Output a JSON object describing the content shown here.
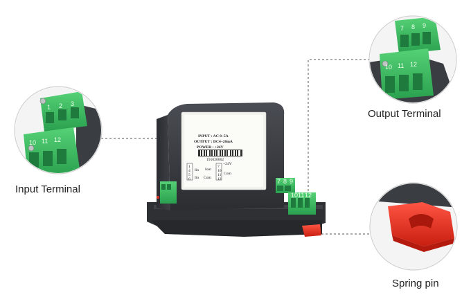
{
  "callouts": {
    "input": "Input Terminal",
    "output": "Output Terminal",
    "spring": "Spring pin"
  },
  "module_label": {
    "input": "INPUT : AC 0~5A",
    "output": "OUTPUT : DC4~20mA",
    "power": "POWER : +24V",
    "serial": "191020002",
    "pin_left": [
      "1",
      "4",
      "5",
      "6"
    ],
    "lin_top": "Iin",
    "lin_bottom": "Iin",
    "iout": "Iout",
    "pin_right": [
      "7",
      "10",
      "11",
      "12"
    ],
    "plus24": "+24V",
    "com": "Com",
    "com2": "Com"
  },
  "terminal_numbers": {
    "top_row": [
      "1",
      "2",
      "3"
    ],
    "bottom_row": [
      "10",
      "11",
      "12"
    ],
    "output_top": [
      "7",
      "8",
      "9"
    ],
    "output_bottom": [
      "10",
      "11",
      "12"
    ],
    "module_right_top": [
      "7",
      "8",
      "9"
    ],
    "module_right_bottom": [
      "10",
      "11",
      "12"
    ]
  },
  "colors": {
    "terminal_green": "#3cb860",
    "terminal_dark": "#1f7a3d",
    "housing": "#3a3d42",
    "spring_red": "#e0301e",
    "callout_line": "#555555"
  }
}
